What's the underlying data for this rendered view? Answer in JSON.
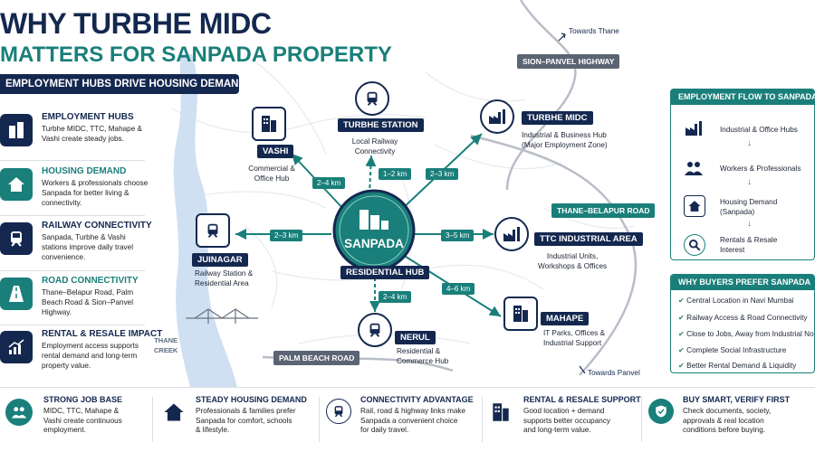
{
  "title_line1": "WHY TURBHE MIDC",
  "title_line2": "MATTERS FOR SANPADA PROPERTY",
  "banner": "EMPLOYMENT HUBS DRIVE HOUSING DEMAND",
  "left_items": [
    {
      "title": "EMPLOYMENT HUBS",
      "desc": "Turbhe MIDC, TTC, Mahape & Vashi create steady jobs.",
      "icon": "buildings-icon"
    },
    {
      "title": "HOUSING DEMAND",
      "desc": "Workers & professionals choose Sanpada for better living & connectivity.",
      "icon": "house-icon"
    },
    {
      "title": "RAILWAY CONNECTIVITY",
      "desc": "Sanpada, Turbhe & Vashi stations improve daily travel convenience.",
      "icon": "train-icon"
    },
    {
      "title": "ROAD CONNECTIVITY",
      "desc": "Thane–Belapur Road, Palm Beach Road & Sion–Panvel Highway.",
      "icon": "road-icon"
    },
    {
      "title": "RENTAL & RESALE IMPACT",
      "desc": "Employment access supports rental demand and long-term property value.",
      "icon": "growth-chart-icon"
    }
  ],
  "map": {
    "towards_thane": "Towards Thane",
    "towards_panvel": "Towards Panvel",
    "sion_panvel": "SION–PANVEL HIGHWAY",
    "thane_belapur": "THANE–BELAPUR ROAD",
    "palm_beach": "PALM BEACH ROAD",
    "thane_creek": "THANE\nCREEK",
    "center": {
      "name": "SANPADA",
      "label": "RESIDENTIAL HUB"
    },
    "nodes": {
      "vashi": {
        "name": "VASHI",
        "desc": "Commercial &\nOffice Hub",
        "dist": "2–4 km"
      },
      "turbhe_station": {
        "name": "TURBHE STATION",
        "desc": "Local Railway\nConnectivity",
        "dist": "1–2 km"
      },
      "turbhe_midc": {
        "name": "TURBHE MIDC",
        "desc": "Industrial & Business Hub\n(Major Employment Zone)",
        "dist": "2–3 km"
      },
      "juinagar": {
        "name": "JUINAGAR",
        "desc": "Railway Station &\nResidential Area",
        "dist": "2–3 km"
      },
      "ttc": {
        "name": "TTC INDUSTRIAL AREA",
        "desc": "Industrial Units,\nWorkshops & Offices",
        "dist": "3–5 km"
      },
      "nerul": {
        "name": "NERUL",
        "desc": "Residential &\nCommerce Hub",
        "dist": "2–4 km"
      },
      "mahape": {
        "name": "MAHAPE",
        "desc": "IT Parks, Offices &\nIndustrial Support",
        "dist": "4–6 km"
      }
    }
  },
  "flow_panel": {
    "title": "EMPLOYMENT FLOW TO SANPADA",
    "steps": [
      "Industrial & Office Hubs",
      "Workers & Professionals",
      "Housing Demand\n(Sanpada)",
      "Rentals & Resale\nInterest"
    ]
  },
  "buyers_panel": {
    "title": "WHY BUYERS PREFER SANPADA",
    "items": [
      "Central Location in Navi Mumbai",
      "Railway Access & Road Connectivity",
      "Close to Jobs, Away from Industrial Noise",
      "Complete Social Infrastructure",
      "Better Rental Demand & Liquidity"
    ]
  },
  "bottom": [
    {
      "title": "STRONG JOB BASE",
      "desc": "MIDC, TTC, Mahape &\nVashi create continuous\nemployment."
    },
    {
      "title": "STEADY HOUSING DEMAND",
      "desc": "Professionals & families prefer\nSanpada for comfort, schools\n& lifestyle."
    },
    {
      "title": "CONNECTIVITY ADVANTAGE",
      "desc": "Rail, road & highway links make\nSanpada a convenient choice\nfor daily travel."
    },
    {
      "title": "RENTAL & RESALE SUPPORT",
      "desc": "Good location + demand\nsupports better occupancy\nand long-term value."
    },
    {
      "title": "BUY SMART, VERIFY FIRST",
      "desc": "Check documents, society,\napprovals & real location\nconditions before buying."
    }
  ],
  "colors": {
    "navy": "#14284f",
    "teal": "#1a7f7a"
  }
}
